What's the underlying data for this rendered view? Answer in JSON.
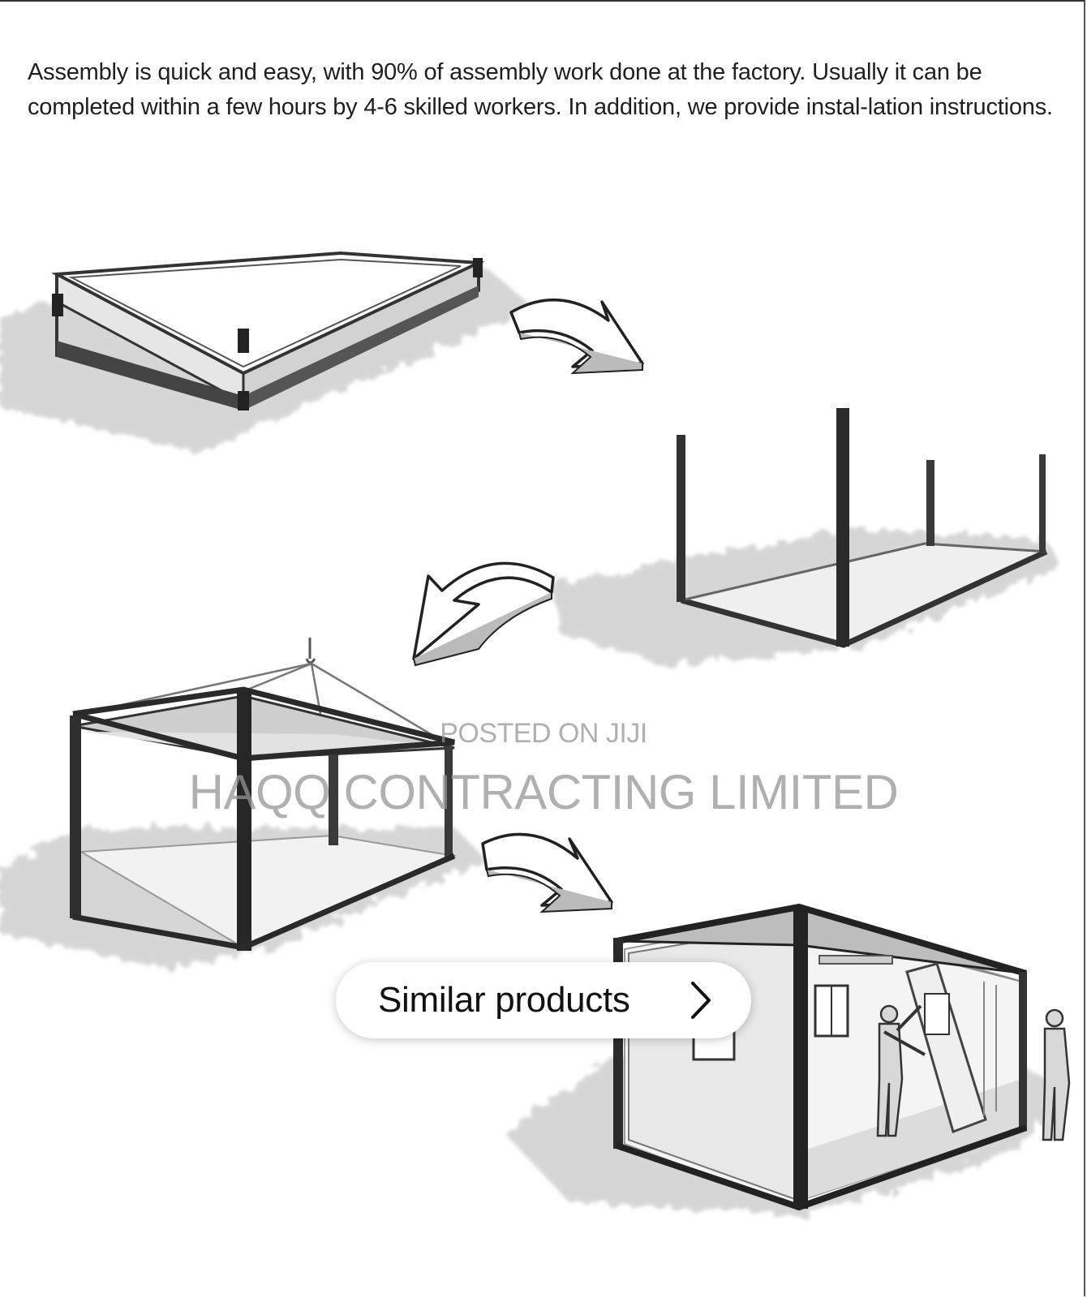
{
  "description": "Assembly is quick and easy, with 90% of assembly work done at the factory. Usually it can be completed within a few hours by 4-6 skilled workers. In addition, we provide instal-lation instructions.",
  "watermark": {
    "posted": "POSTED ON JIJI",
    "seller": "HAQQ CONTRACTING LIMITED"
  },
  "similar_products": {
    "label": "Similar products",
    "icon": "chevron-right-icon"
  },
  "illustration": {
    "steps": [
      "base-frame",
      "corner-posts",
      "roof-lifted",
      "panels-installed"
    ],
    "icons": [
      "curved-arrow-icon"
    ]
  }
}
